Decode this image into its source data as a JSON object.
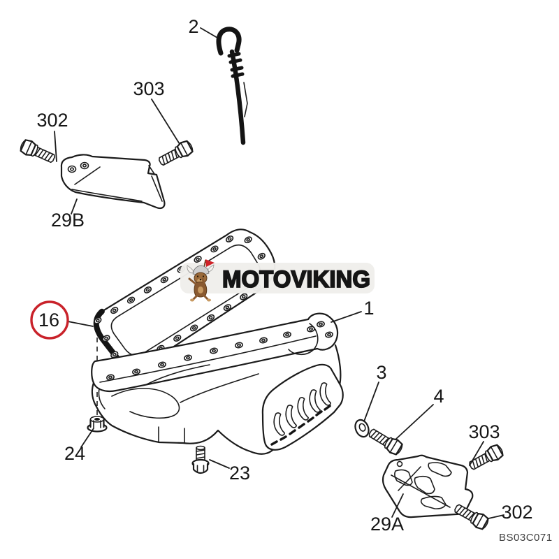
{
  "page": {
    "background": "#ffffff",
    "type": "exploded-parts-diagram",
    "subject": "engine oil pan assembly"
  },
  "watermark": {
    "brand": "MOTOVIKING",
    "mascot_icon": "viking-dog-mascot",
    "pill_color": "#efeeeb",
    "text_color": "#151515",
    "code": "BS03C071",
    "code_color": "#3f3f3f"
  },
  "diagram": {
    "line_color": "#1b1b1b",
    "highlight_color": "#c9222a",
    "callouts": [
      {
        "label": "2",
        "part": "oil-level-dipstick"
      },
      {
        "label": "303",
        "part": "hex-flange-bolt"
      },
      {
        "label": "302",
        "part": "hex-flange-bolt"
      },
      {
        "label": "29B",
        "part": "dipstick-guide-bracket"
      },
      {
        "label": "16",
        "part": "oil-pan-gasket",
        "highlighted": true
      },
      {
        "label": "1",
        "part": "oil-pan"
      },
      {
        "label": "3",
        "part": "washer"
      },
      {
        "label": "4",
        "part": "hex-flange-bolt"
      },
      {
        "label": "303",
        "part": "hex-flange-bolt"
      },
      {
        "label": "302",
        "part": "hex-flange-bolt"
      },
      {
        "label": "29A",
        "part": "oil-pan-support-bracket"
      },
      {
        "label": "24",
        "part": "drain-plug-nut"
      },
      {
        "label": "23",
        "part": "drain-plug-bolt"
      }
    ]
  }
}
